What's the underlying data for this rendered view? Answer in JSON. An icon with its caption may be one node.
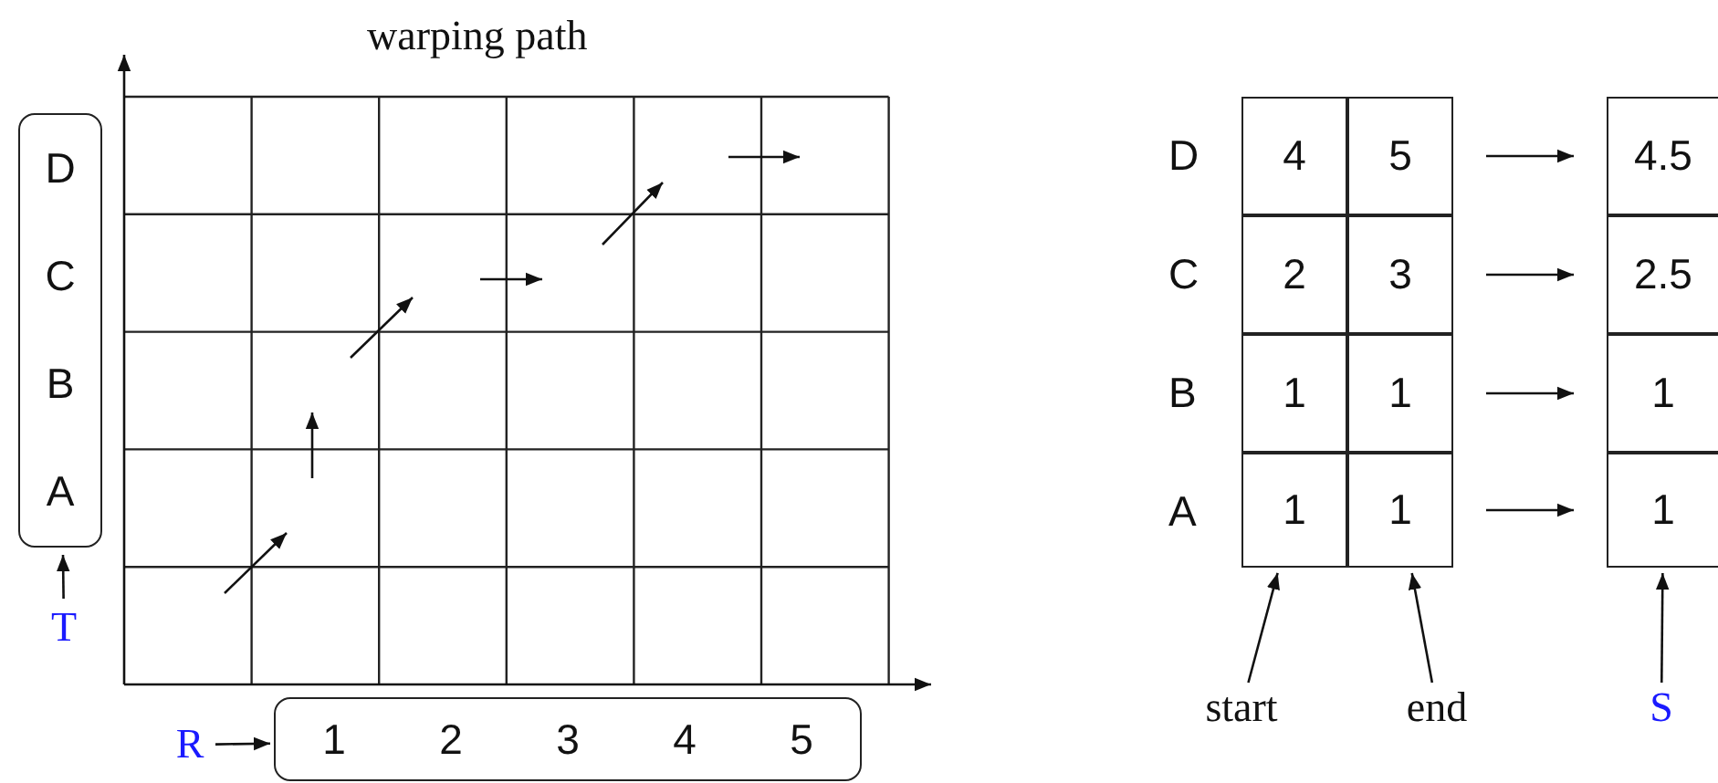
{
  "diagram": {
    "title": "warping path",
    "nodes": [
      {
        "text": [
          "D",
          "C",
          "B",
          "A"
        ]
      },
      {
        "text": [
          "T"
        ]
      },
      {
        "text": [
          "1",
          "2",
          "3",
          "4",
          "5"
        ]
      },
      {
        "text": [
          "R"
        ]
      },
      {
        "text": [
          "4"
        ]
      },
      {
        "text": [
          "5"
        ]
      },
      {
        "text": [
          "4.5"
        ]
      },
      {
        "text": [
          "2"
        ]
      },
      {
        "text": [
          "3"
        ]
      },
      {
        "text": [
          "2.5"
        ]
      },
      {
        "text": [
          "1"
        ]
      },
      {
        "text": [
          "1"
        ]
      },
      {
        "text": [
          "1"
        ]
      },
      {
        "text": [
          "1"
        ]
      },
      {
        "text": [
          "1"
        ]
      },
      {
        "text": [
          "1"
        ]
      },
      {
        "text": [
          "start"
        ]
      },
      {
        "text": [
          "end"
        ]
      },
      {
        "text": [
          "S"
        ]
      }
    ],
    "edges": [
      {
        "from": 1,
        "to": 0,
        "arrow": "to"
      },
      {
        "from": 3,
        "to": 2,
        "arrow": "to"
      },
      {
        "from": 5,
        "to": 6,
        "arrow": "to"
      },
      {
        "from": 8,
        "to": 9,
        "arrow": "to"
      },
      {
        "from": 11,
        "to": 12,
        "arrow": "to"
      },
      {
        "from": 14,
        "to": 15,
        "arrow": "to"
      },
      {
        "from": 16,
        "to": 13,
        "arrow": "to"
      },
      {
        "from": 17,
        "to": 14,
        "arrow": "to"
      },
      {
        "from": 18,
        "to": 15,
        "arrow": "to"
      }
    ],
    "labels": [
      "D",
      "C",
      "B",
      "A"
    ]
  }
}
